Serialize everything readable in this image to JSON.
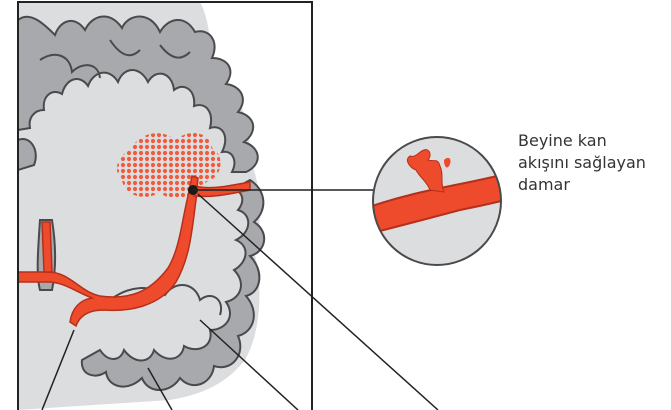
{
  "callout": {
    "lines": [
      "Beyine kan",
      "akışını sağlayan",
      "damar"
    ]
  },
  "colors": {
    "cortex_fill": "#a8a9ad",
    "white_matter": "#dcdddf",
    "outline": "#4a4a4c",
    "vessel": "#ee4a2c",
    "vessel_dark": "#b5301a",
    "bleed": "#f25a3c",
    "frame": "#222222"
  }
}
